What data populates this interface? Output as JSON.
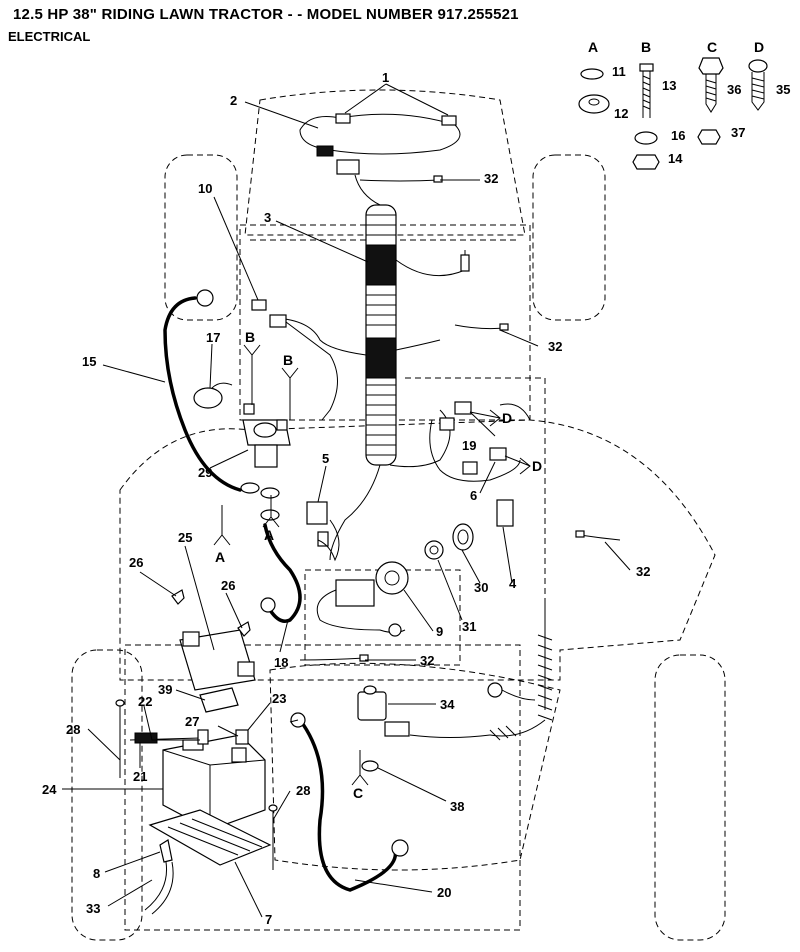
{
  "header": {
    "title": "12.5 HP 38\" RIDING LAWN TRACTOR - - MODEL NUMBER 917.255521",
    "subtitle": "ELECTRICAL"
  },
  "hardware_groups": [
    "A",
    "B",
    "C",
    "D"
  ],
  "callouts": {
    "c1": "1",
    "c2": "2",
    "c3": "3",
    "c4": "4",
    "c5": "5",
    "c6": "6",
    "c7": "7",
    "c8": "8",
    "c9": "9",
    "c10": "10",
    "c11": "11",
    "c12": "12",
    "c13": "13",
    "c14": "14",
    "c15": "15",
    "c16": "16",
    "c17": "17",
    "c18": "18",
    "c19": "19",
    "c20": "20",
    "c21": "21",
    "c22": "22",
    "c23": "23",
    "c24": "24",
    "c25": "25",
    "c26": "26",
    "c27": "27",
    "c28": "28",
    "c29": "29",
    "c30": "30",
    "c31": "31",
    "c32": "32",
    "c33": "33",
    "c34": "34",
    "c35": "35",
    "c36": "36",
    "c37": "37",
    "c38": "38",
    "c39": "39"
  },
  "wire_ref_letters": {
    "a": "A",
    "b": "B",
    "c": "C",
    "d": "D"
  }
}
